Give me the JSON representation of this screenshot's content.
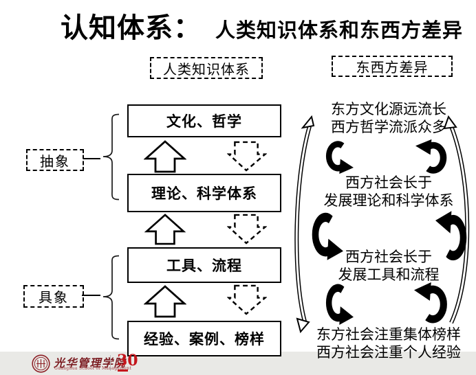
{
  "title": {
    "main": "认知体系：",
    "sub": "人类知识体系和东西方差异"
  },
  "headers": {
    "left": "人类知识体系",
    "right": "东西方差异"
  },
  "side_labels": {
    "abstract": "抽象",
    "concrete": "具象"
  },
  "knowledge_boxes": [
    "文化、哲学",
    "理论、科学体系",
    "工具、流程",
    "经验、案例、榜样"
  ],
  "east_west_notes": [
    {
      "line1": "东方文化源远流长",
      "line2": "西方哲学流派众多"
    },
    {
      "line1": "西方社会长于",
      "line2": "发展理论和科学体系"
    },
    {
      "line1": "西方社会长于",
      "line2": "发展工具和流程"
    },
    {
      "line1": "东方社会注重集体榜样",
      "line2": "西方社会注重个人经验"
    }
  ],
  "footer": {
    "school_name_cn": "光华管理学院",
    "school_name_en": "Guanghua School of Management",
    "anniversary": "30"
  },
  "colors": {
    "diagram_ink": "#000000",
    "footer_band": "#e9e9e6",
    "logo_maroon": "#7b1c21",
    "logo_red": "#c4161c"
  }
}
